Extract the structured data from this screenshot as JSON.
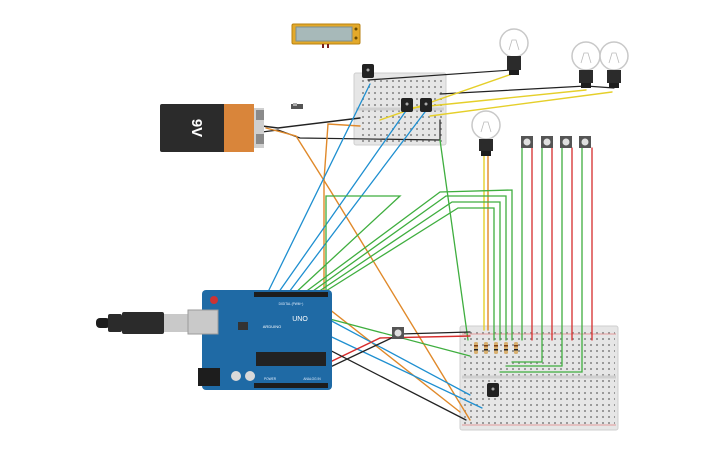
{
  "battery": {
    "label": "9V",
    "minus": "−",
    "plus": "+"
  },
  "arduino": {
    "brand": "ARDUINO",
    "model": "UNO",
    "digital": "DIGITAL (PWM~)",
    "power": "POWER",
    "analog": "ANALOG IN"
  },
  "colors": {
    "red": "#d62c2c",
    "black": "#222222",
    "green": "#3fae3f",
    "blue": "#1e8fd0",
    "yellow": "#e5cf2a",
    "orange": "#e0892a",
    "board": "#1f6aa5",
    "breadboard": "#e9e9e9"
  },
  "icons": [
    "lightbulb-icon",
    "battery-icon",
    "pushbutton-icon",
    "transistor-icon",
    "resistor-icon",
    "lcd-icon",
    "usb-plug-icon",
    "slide-switch-icon",
    "arduino-board-icon"
  ]
}
